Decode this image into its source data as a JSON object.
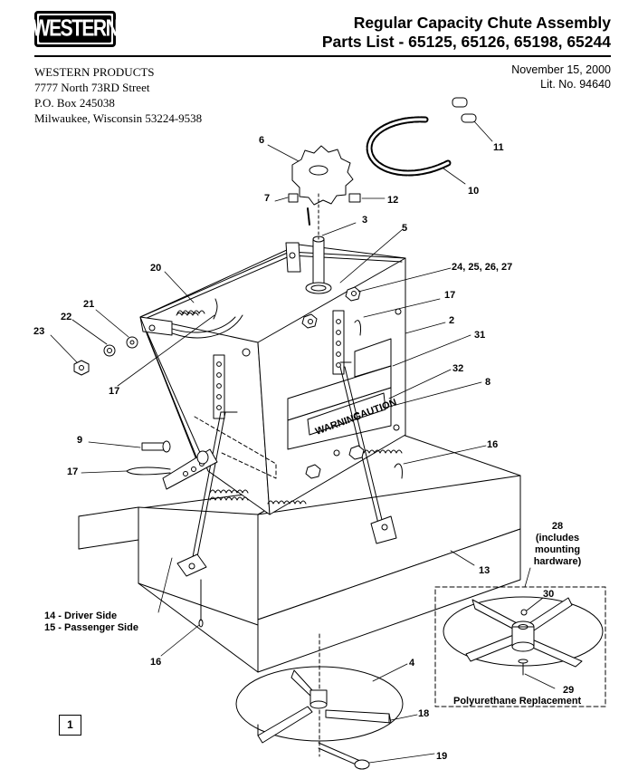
{
  "header": {
    "logo_text": "WESTERN",
    "title_line1": "Regular Capacity Chute Assembly",
    "title_line2": "Parts List - 65125, 65126, 65198, 65244"
  },
  "address": {
    "line1": "WESTERN PRODUCTS",
    "line2": "7777 North 73RD Street",
    "line3": "P.O. Box 245038",
    "line4": "Milwaukee, Wisconsin 53224-9538"
  },
  "doc_info": {
    "date": "November 15, 2000",
    "lit_no": "Lit. No. 94640"
  },
  "callouts": {
    "c6": "6",
    "c7": "7",
    "c12": "12",
    "c3": "3",
    "c5": "5",
    "c10": "10",
    "c11": "11",
    "c20": "20",
    "c21": "21",
    "c22": "22",
    "c23": "23",
    "c2427": "24, 25, 26, 27",
    "c17a": "17",
    "c17b": "17",
    "c17c": "17",
    "c2": "2",
    "c31": "31",
    "c32": "32",
    "c8": "8",
    "c9": "9",
    "c16a": "16",
    "c16b": "16",
    "c13": "13",
    "c28a": "28",
    "c28b": "(includes",
    "c28c": "mounting",
    "c28d": "hardware)",
    "c30": "30",
    "c29": "29",
    "c4": "4",
    "c18": "18",
    "c19": "19",
    "c14": "14 - Driver Side",
    "c15": "15 - Passenger Side",
    "poly": "Polyurethane Replacement"
  },
  "sticker": {
    "warning": "WARNING",
    "caution": "CAUTION"
  },
  "page_number": "1"
}
